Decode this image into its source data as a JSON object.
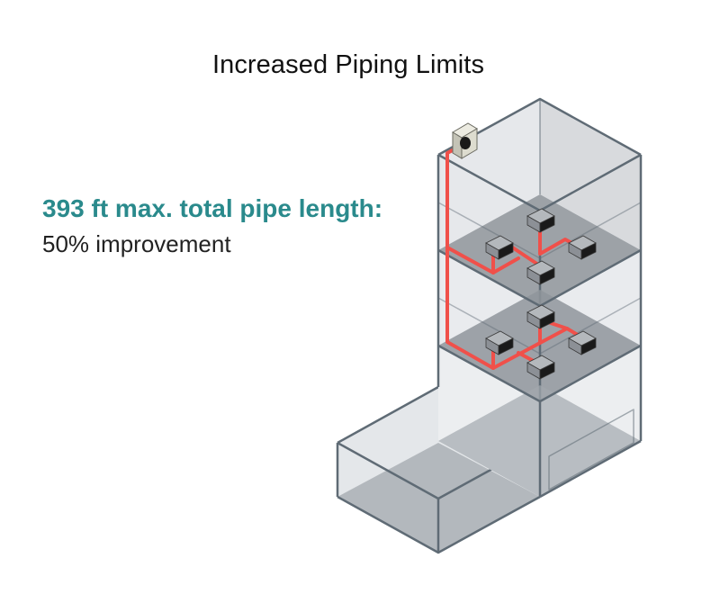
{
  "header": {
    "title": "Increased Piping Limits"
  },
  "stat": {
    "heading": "393 ft max. total pipe length:",
    "subtext": "50% improvement"
  },
  "diagram": {
    "subject": "building-with-outdoor-unit-and-indoor-units",
    "floors_with_units": 2,
    "indoor_units_per_floor": 4,
    "outdoor_units": 1
  },
  "colors": {
    "accent_text": "#2a8a8c",
    "pipe": "#f0504a",
    "edge": "#5f6b75",
    "floor_fill": "#8f959b",
    "glass_fill": "#d7dadd"
  }
}
